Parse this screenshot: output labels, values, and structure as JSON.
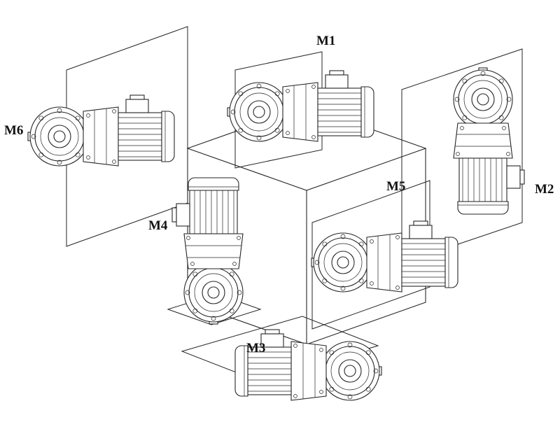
{
  "diagram": {
    "background_color": "#ffffff",
    "line_color": "#262626",
    "positions": [
      {
        "id": "m1",
        "label": "M1"
      },
      {
        "id": "m2",
        "label": "M2"
      },
      {
        "id": "m3",
        "label": "M3"
      },
      {
        "id": "m4",
        "label": "M4"
      },
      {
        "id": "m5",
        "label": "M5"
      },
      {
        "id": "m6",
        "label": "M6"
      }
    ]
  }
}
